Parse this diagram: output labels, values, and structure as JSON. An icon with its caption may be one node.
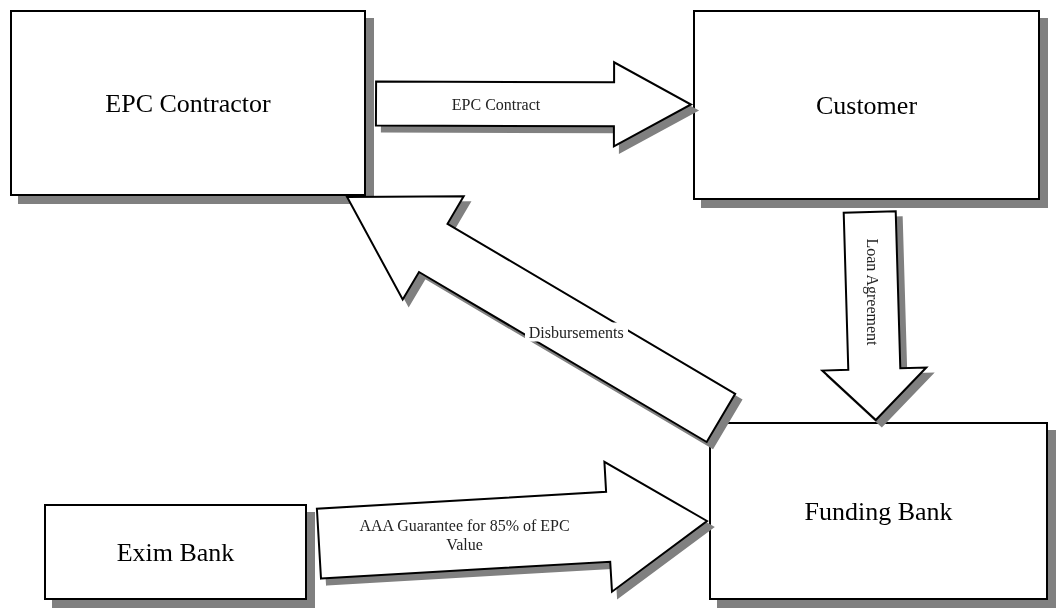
{
  "diagram": {
    "nodes": [
      {
        "text": [
          "EPC Contractor"
        ]
      },
      {
        "text": [
          "Customer"
        ]
      },
      {
        "text": [
          "Funding Bank"
        ]
      },
      {
        "text": [
          "Exim Bank"
        ]
      }
    ],
    "edges": [
      {
        "from": 0,
        "to": 1,
        "arrow": "to",
        "label": "EPC Contract"
      },
      {
        "from": 1,
        "to": 2,
        "arrow": "to",
        "label": "Loan Agreement"
      },
      {
        "from": 2,
        "to": 0,
        "arrow": "to",
        "label": "Disbursements"
      },
      {
        "from": 3,
        "to": 2,
        "arrow": "to",
        "label": "AAA Guarantee for 85% of EPC Value"
      }
    ]
  }
}
